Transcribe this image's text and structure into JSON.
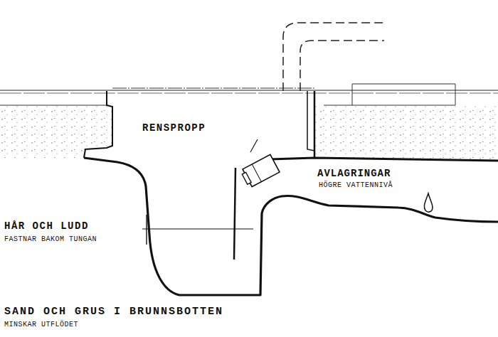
{
  "diagram": {
    "labels": [
      "RENSPROPP",
      "AVLAGRINGAR",
      "HÖGRE VATTENNIVÅ",
      "HÅR OCH LUDD",
      "FASTNAR BAKOM TUNGAN",
      "SAND OCH GRUS I BRUNNSBOTTEN",
      "MINSKAR UTFLÖDET"
    ]
  }
}
